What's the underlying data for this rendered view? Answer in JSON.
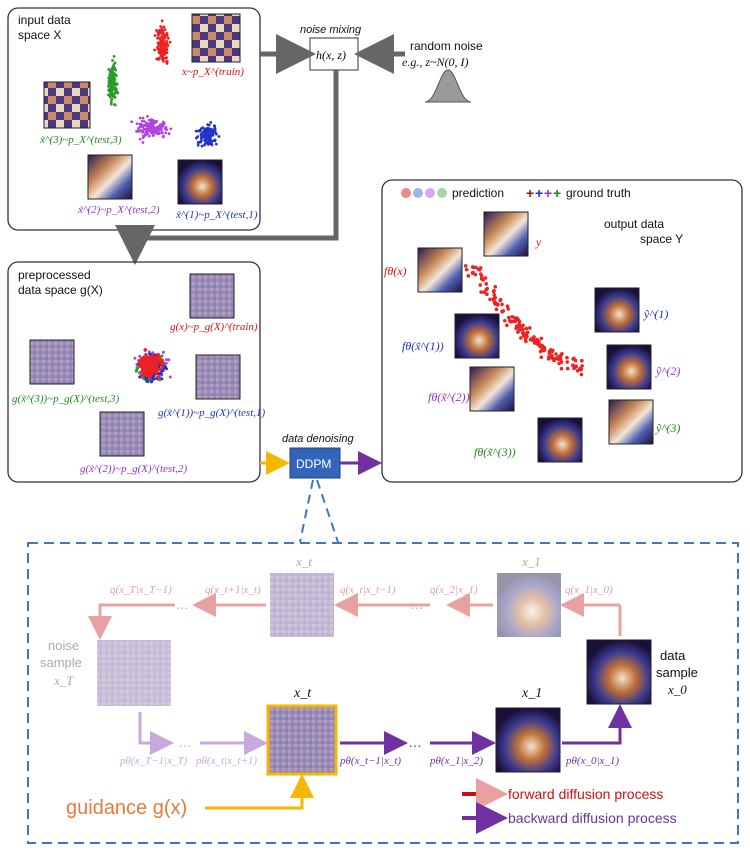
{
  "panels": {
    "input": {
      "title_line1": "input data",
      "title_line2": "space X",
      "label_train": "x~p_X^(train)",
      "label_t1": "x̃^(1)~p_X^(test,1)",
      "label_t2": "x̃^(2)~p_X^(test,2)",
      "label_t3": "x̃^(3)~p_X^(test,3)"
    },
    "noise_mixing": {
      "title": "noise mixing",
      "func": "h(x, z)"
    },
    "random_noise": {
      "line1": "random noise",
      "line2": "e.g., z~N(0, I)"
    },
    "preprocessed": {
      "title_line1": "preprocessed",
      "title_line2": "data space g(X)",
      "label_train": "g(x)~p_g(X)^(train)",
      "label_t1": "g(x̃^(1))~p_g(X)^(test,1)",
      "label_t2": "g(x̃^(2))~p_g(X)^(test,2)",
      "label_t3": "g(x̃^(3))~p_g(X)^(test,3)"
    },
    "output": {
      "title_line1": "output data",
      "title_line2": "space Y",
      "legend_prediction": "prediction",
      "legend_truth": "ground truth",
      "label_y": "y",
      "label_fx": "fθ(x)",
      "label_f1": "fθ(x̃^(1))",
      "label_f2": "fθ(x̃^(2))",
      "label_f3": "fθ(x̃^(3))",
      "label_y1": "ỹ^(1)",
      "label_y2": "ỹ^(2)",
      "label_y3": "ỹ^(3)"
    }
  },
  "denoise": {
    "title": "data denoising",
    "button": "DDPM"
  },
  "ddpm": {
    "xt_top": "x_t",
    "x1_top": "x_1",
    "q_top": [
      "q(x_T|x_T−1)",
      "q(x_t+1|x_t)",
      "q(x_t|x_t−1)",
      "q(x_2|x_1)",
      "q(x_1|x_0)"
    ],
    "noise_sample": [
      "noise",
      "sample",
      "x_T"
    ],
    "data_sample": [
      "data",
      "sample",
      "x_0"
    ],
    "xt_bottom": "x_t",
    "x1_bottom": "x_1",
    "p_bottom": [
      "pθ(x_T−1|x_T)",
      "pθ(x_t|x_t+1)",
      "pθ(x_t−1|x_t)",
      "pθ(x_1|x_2)",
      "pθ(x_0|x_1)"
    ],
    "guidance": "guidance g(x)",
    "legend_forward": "forward diffusion process",
    "legend_backward": "backward diffusion process",
    "ellipsis": "…"
  },
  "colors": {
    "forward": "#cc1111",
    "forward_faded": "#e8a0a0",
    "backward": "#7030a0",
    "backward_faded": "#c7a9e0",
    "guidance": "#f5b800",
    "ddpm_box": "#3366bb",
    "dashed": "#4472c4",
    "green": "#228822",
    "red": "#dd1111",
    "purple": "#9933cc",
    "blue": "#2233cc"
  }
}
